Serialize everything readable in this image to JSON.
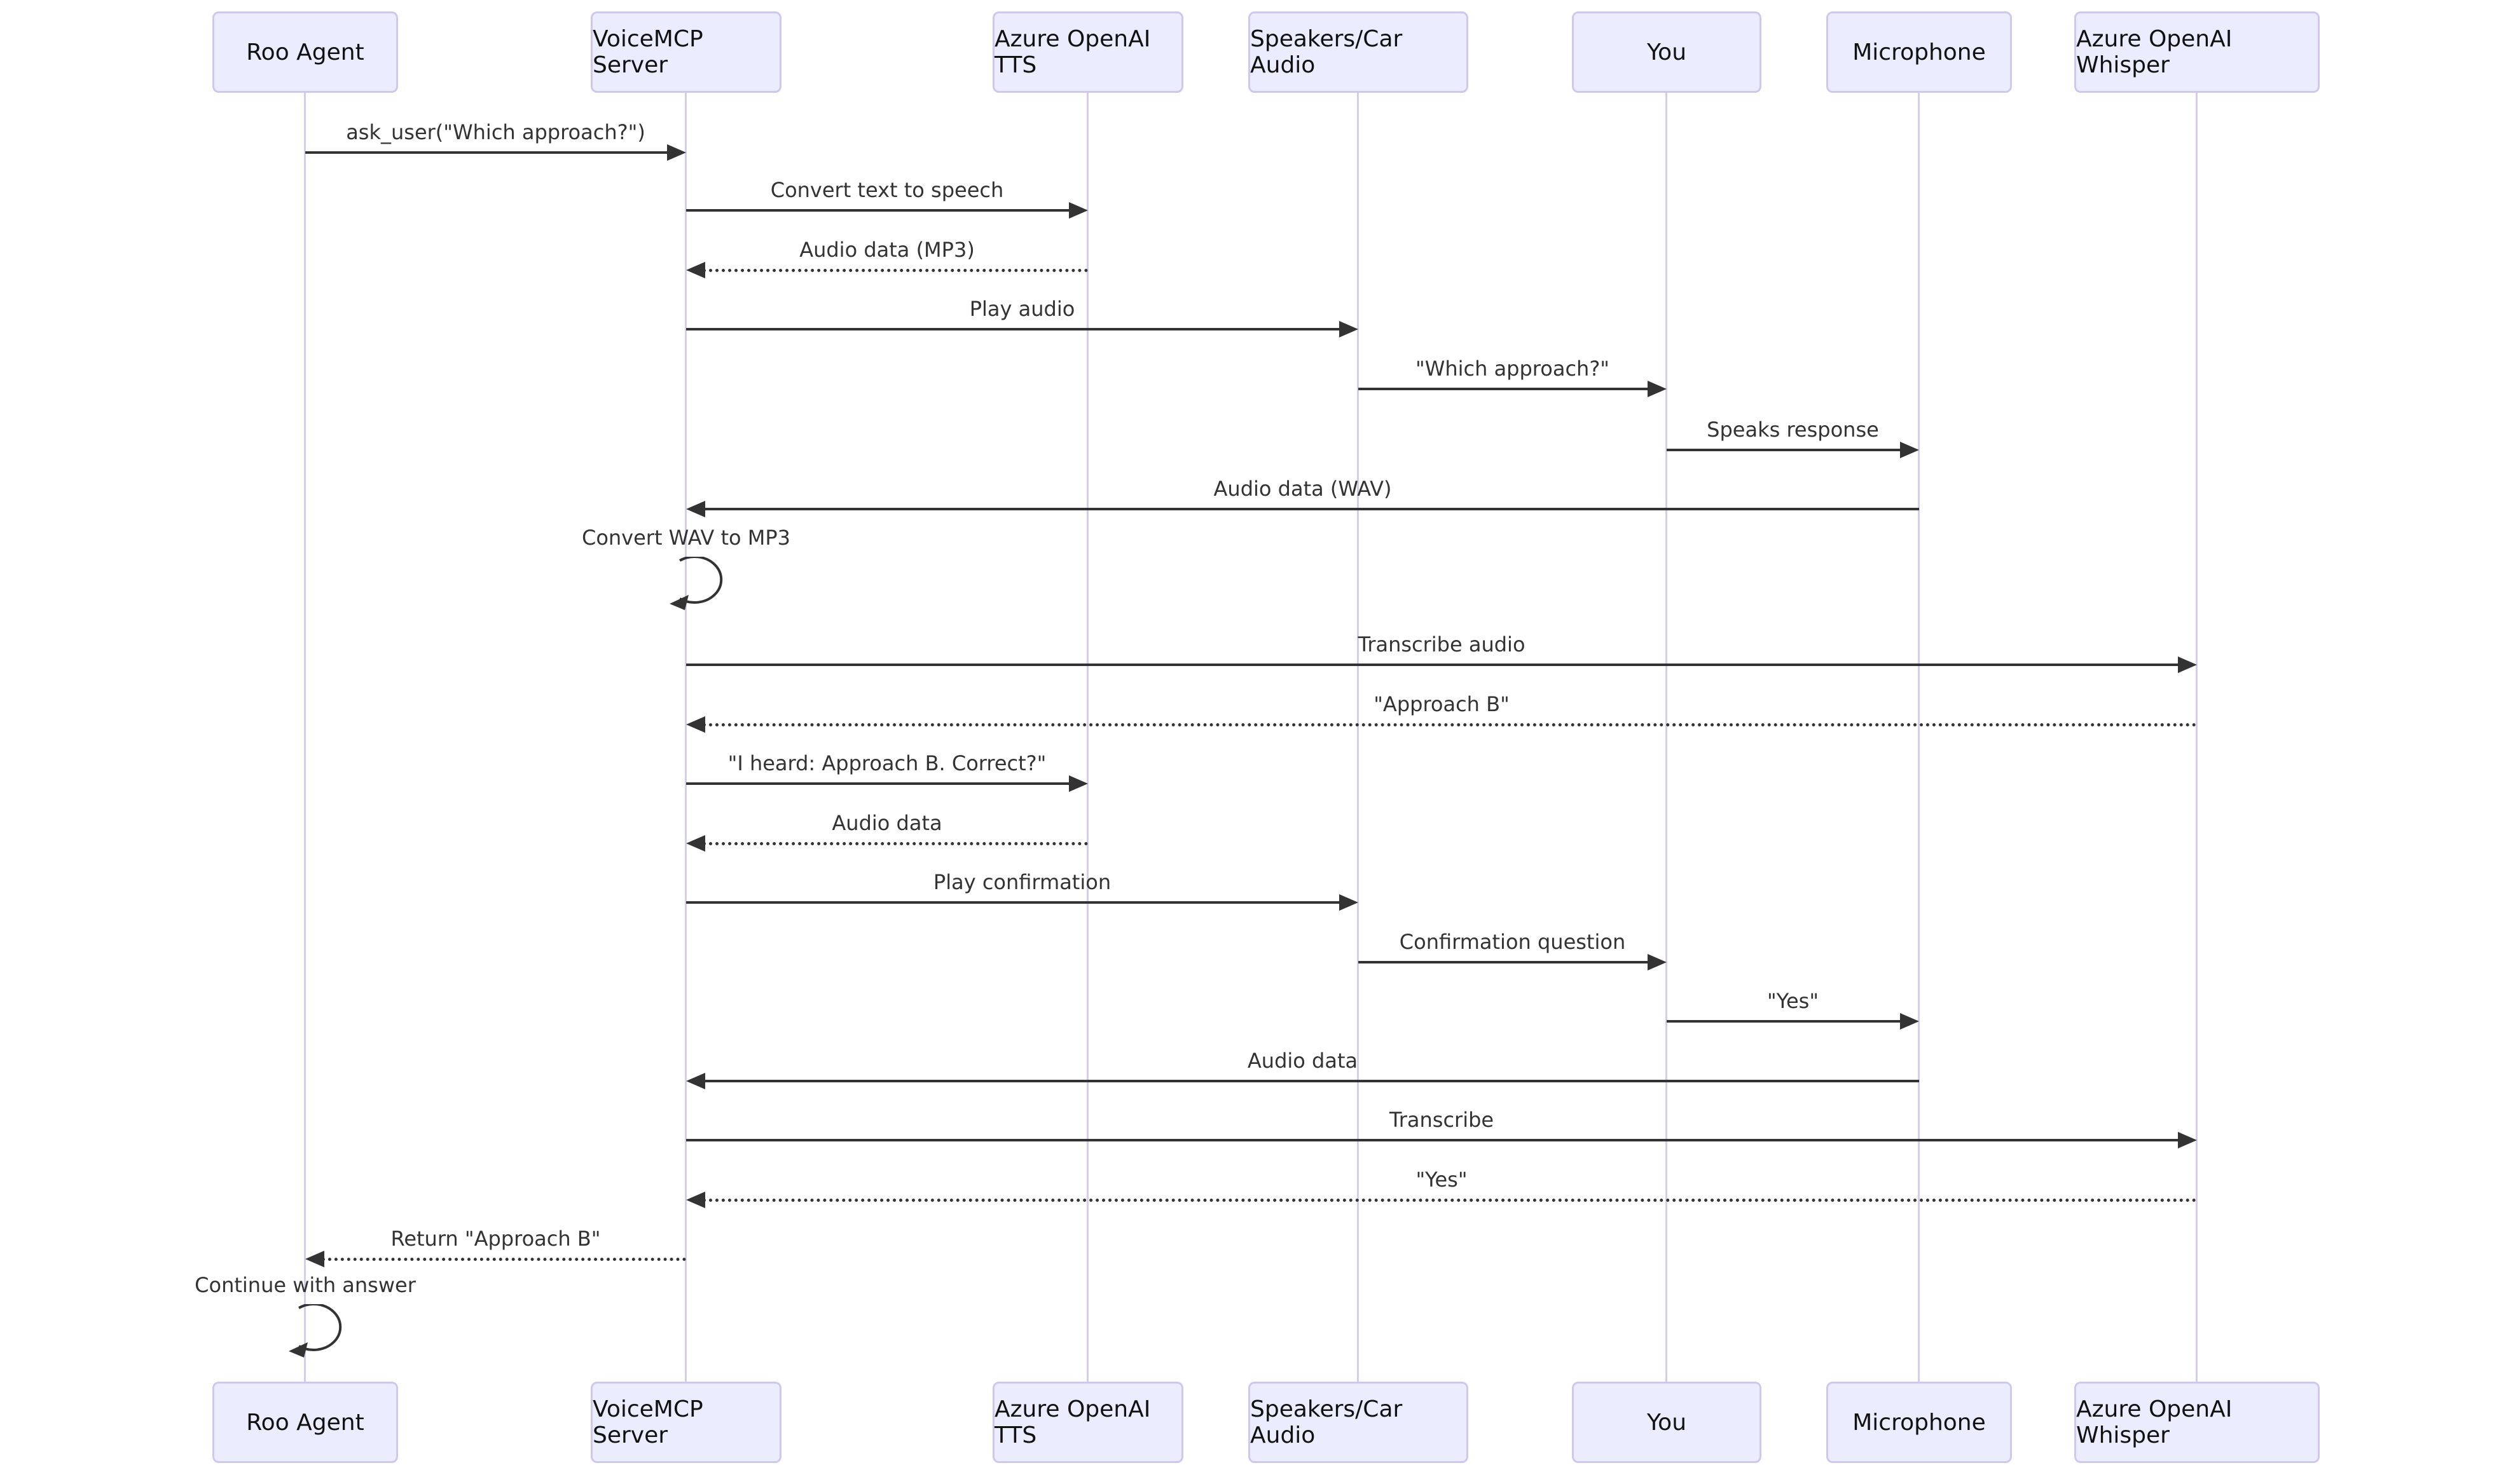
{
  "diagram": {
    "type": "sequence",
    "colors": {
      "background": "#ffffff",
      "actor_fill": "#ECECFF",
      "actor_border": "#CFC7EC",
      "lifeline": "#D6CDE8",
      "arrow": "#333333",
      "text": "#333333"
    },
    "participants": [
      {
        "id": "roo",
        "label": "Roo Agent"
      },
      {
        "id": "vmcp",
        "label": "VoiceMCP Server"
      },
      {
        "id": "tts",
        "label": "Azure OpenAI TTS"
      },
      {
        "id": "spk",
        "label": "Speakers/Car Audio"
      },
      {
        "id": "you",
        "label": "You"
      },
      {
        "id": "mic",
        "label": "Microphone"
      },
      {
        "id": "whi",
        "label": "Azure OpenAI Whisper"
      }
    ],
    "messages": [
      {
        "from": "roo",
        "to": "vmcp",
        "line": "solid",
        "text": "ask_user(\"Which approach?\")"
      },
      {
        "from": "vmcp",
        "to": "tts",
        "line": "solid",
        "text": "Convert text to speech"
      },
      {
        "from": "tts",
        "to": "vmcp",
        "line": "dotted",
        "text": "Audio data (MP3)"
      },
      {
        "from": "vmcp",
        "to": "spk",
        "line": "solid",
        "text": "Play audio"
      },
      {
        "from": "spk",
        "to": "you",
        "line": "solid",
        "text": "\"Which approach?\""
      },
      {
        "from": "you",
        "to": "mic",
        "line": "solid",
        "text": "Speaks response"
      },
      {
        "from": "mic",
        "to": "vmcp",
        "line": "solid",
        "text": "Audio data (WAV)"
      },
      {
        "from": "vmcp",
        "to": "vmcp",
        "line": "self",
        "text": "Convert WAV to MP3"
      },
      {
        "from": "vmcp",
        "to": "whi",
        "line": "solid",
        "text": "Transcribe audio"
      },
      {
        "from": "whi",
        "to": "vmcp",
        "line": "dotted",
        "text": "\"Approach B\""
      },
      {
        "from": "vmcp",
        "to": "tts",
        "line": "solid",
        "text": "\"I heard: Approach B. Correct?\""
      },
      {
        "from": "tts",
        "to": "vmcp",
        "line": "dotted",
        "text": "Audio data"
      },
      {
        "from": "vmcp",
        "to": "spk",
        "line": "solid",
        "text": "Play confirmation"
      },
      {
        "from": "spk",
        "to": "you",
        "line": "solid",
        "text": "Confirmation question"
      },
      {
        "from": "you",
        "to": "mic",
        "line": "solid",
        "text": "\"Yes\""
      },
      {
        "from": "mic",
        "to": "vmcp",
        "line": "solid",
        "text": "Audio data"
      },
      {
        "from": "vmcp",
        "to": "whi",
        "line": "solid",
        "text": "Transcribe"
      },
      {
        "from": "whi",
        "to": "vmcp",
        "line": "dotted",
        "text": "\"Yes\""
      },
      {
        "from": "vmcp",
        "to": "roo",
        "line": "dotted",
        "text": "Return \"Approach B\""
      },
      {
        "from": "roo",
        "to": "roo",
        "line": "self",
        "text": "Continue with answer"
      }
    ]
  }
}
